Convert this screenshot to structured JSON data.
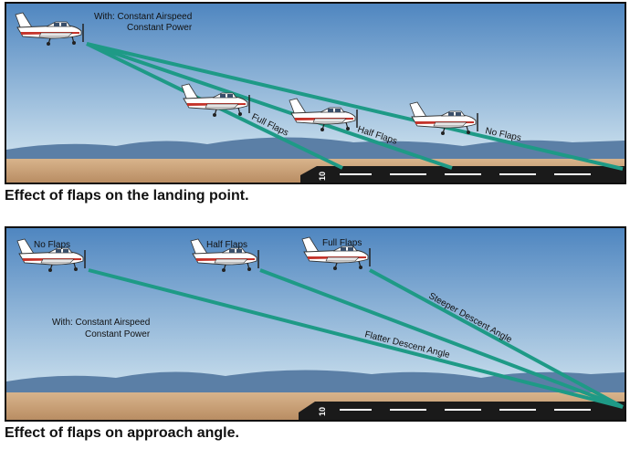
{
  "top_panel": {
    "conditions_line1": "With:  Constant Airspeed",
    "conditions_line2": "Constant Power",
    "label_full": "Full Flaps",
    "label_half": "Half Flaps",
    "label_none": "No Flaps",
    "caption": "Effect of flaps on the landing point."
  },
  "bottom_panel": {
    "label_none": "No Flaps",
    "label_half": "Half Flaps",
    "label_full": "Full Flaps",
    "conditions_line1": "With:  Constant Airspeed",
    "conditions_line2": "Constant Power",
    "steeper_label": "Steeper Descent Angle",
    "flatter_label": "Flatter Descent Angle",
    "caption": "Effect of flaps on approach angle."
  },
  "runway_number": "10",
  "colors": {
    "sky_top": "#5d8fc4",
    "sky_bottom": "#c9dcea",
    "ground": "#c9a27a",
    "mountains": "#5b7fa6",
    "path_line": "#1e9a86",
    "runway": "#1a1a1a",
    "aircraft_stripe": "#c4342b"
  }
}
